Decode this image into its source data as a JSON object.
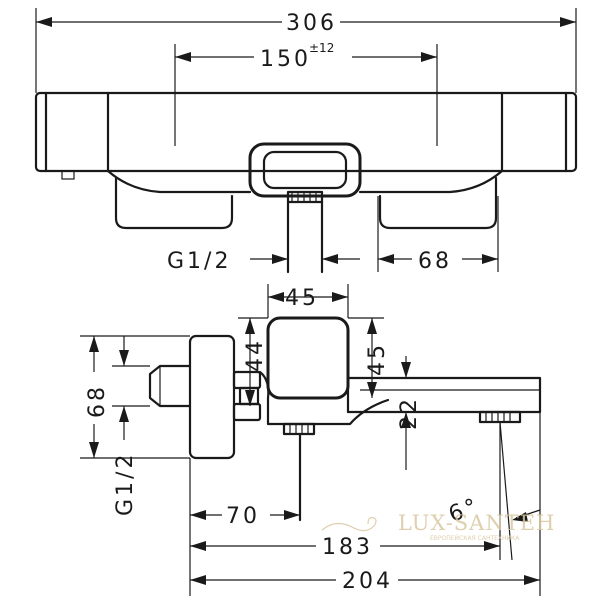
{
  "dimensions": {
    "overall_width": "306",
    "center_distance": "150",
    "center_tolerance": "±12",
    "inlet_thread_top": "G1/2",
    "handle_spacing": "68",
    "knob_width": "45",
    "knob_height_side": "45",
    "knob_depth": "44",
    "inlet_height": "68",
    "inlet_thread_side": "G1/2",
    "spout_height": "22",
    "wall_to_knob": "70",
    "wall_to_outlet": "183",
    "wall_to_spout_end": "204",
    "angle": "6°"
  },
  "watermark": {
    "brand": "LUX-SANTEH",
    "tagline": "ЕВРОПЕЙСКАЯ САНТЕХНИКА"
  },
  "colors": {
    "line": "#1a1a1a",
    "watermark": "#d9c7a0"
  }
}
